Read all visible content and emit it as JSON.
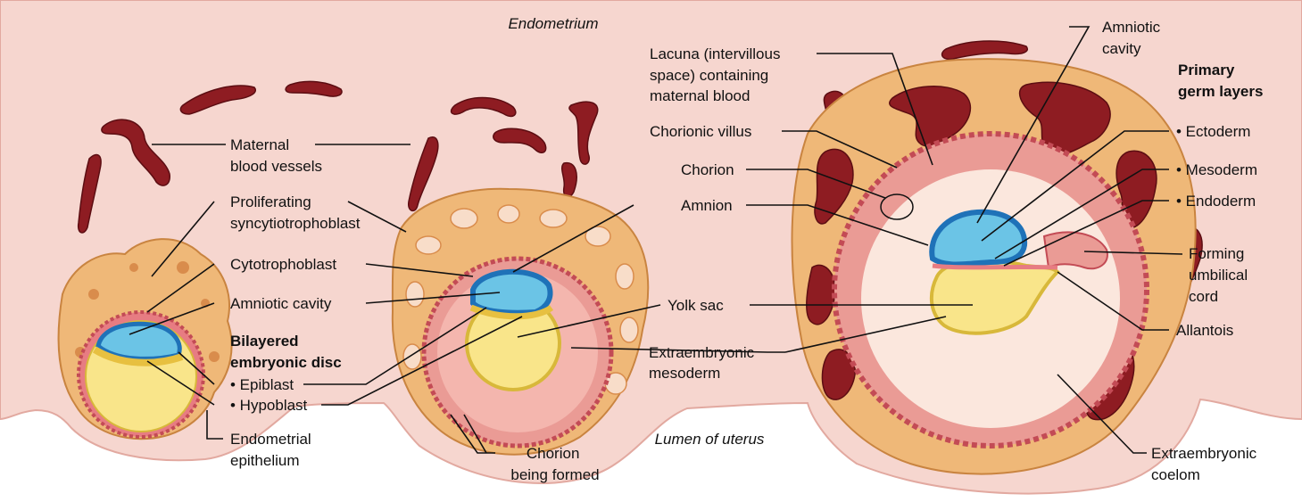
{
  "regions": {
    "endometrium": "Endometrium",
    "lumen": "Lumen of uterus"
  },
  "labels": {
    "maternal_blood_vessels": [
      "Maternal",
      "blood vessels"
    ],
    "proliferating_syncytiotrophoblast": [
      "Proliferating",
      "syncytiotrophoblast"
    ],
    "cytotrophoblast": "Cytotrophoblast",
    "amniotic_cavity_left": "Amniotic cavity",
    "bilayered_embryonic_disc": [
      "Bilayered",
      "embryonic disc"
    ],
    "epiblast": "• Epiblast",
    "hypoblast": "• Hypoblast",
    "endometrial_epithelium": [
      "Endometrial",
      "epithelium"
    ],
    "chorion_being_formed": [
      "Chorion",
      "being formed"
    ],
    "lacuna": [
      "Lacuna (intervillous",
      "space) containing",
      "maternal blood"
    ],
    "chorionic_villus": "Chorionic villus",
    "chorion": "Chorion",
    "amnion": "Amnion",
    "yolk_sac": "Yolk sac",
    "extraembryonic_mesoderm": [
      "Extraembryonic",
      "mesoderm"
    ],
    "amniotic_cavity_right": [
      "Amniotic",
      "cavity"
    ],
    "primary_germ_layers": [
      "Primary",
      "germ layers"
    ],
    "ectoderm": "• Ectoderm",
    "mesoderm": "• Mesoderm",
    "endoderm": "• Endoderm",
    "forming_umbilical_cord": [
      "Forming",
      "umbilical",
      "cord"
    ],
    "allantois": "Allantois",
    "extraembryonic_coelom": [
      "Extraembryonic",
      "coelom"
    ]
  },
  "colors": {
    "endometrium": "#f6d6cf",
    "blood": "#8e1c22",
    "trophoblast": "#efb878",
    "trophoblast_dark": "#d98c4c",
    "mesoderm": "#ea9b95",
    "amnion": "#6bc4e6",
    "amnion_cells": "#1f72b8",
    "yolk": "#f9e58a",
    "yolk_edge": "#d8b83a",
    "coelom": "#fbe7dd"
  }
}
